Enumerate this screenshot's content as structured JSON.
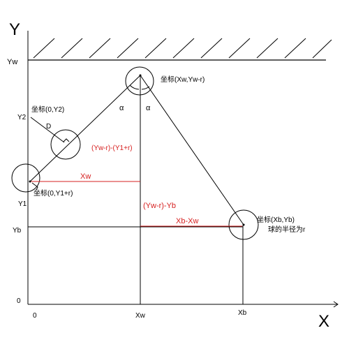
{
  "axes": {
    "y_axis_label": "Y",
    "x_axis_label": "X",
    "origin_label": "0",
    "x_origin_label": "0"
  },
  "left_ticks": {
    "yw": "Yw",
    "y2": "Y2",
    "y1": "Y1",
    "yb": "Yb"
  },
  "bottom_ticks": {
    "xw": "Xw",
    "xb": "Xb"
  },
  "points": {
    "top": "坐标(Xw,Yw-r)",
    "upper_left": "坐标(0,Y2)",
    "lower_left": "坐标(0,Y1+r)",
    "right": "坐标(Xb,Yb)"
  },
  "annotations": {
    "d": "D",
    "alpha_left": "α",
    "alpha_right": "α",
    "radius_note": "球的半径为r"
  },
  "red_labels": {
    "vertical_upper": "(Yw-r)-(Y1+r)",
    "horizontal_xw": "Xw",
    "vertical_lower": "(Yw-r)-Yb",
    "horizontal_xbxw": "Xb-Xw"
  },
  "colors": {
    "line": "#000000",
    "red": "#d62020"
  }
}
